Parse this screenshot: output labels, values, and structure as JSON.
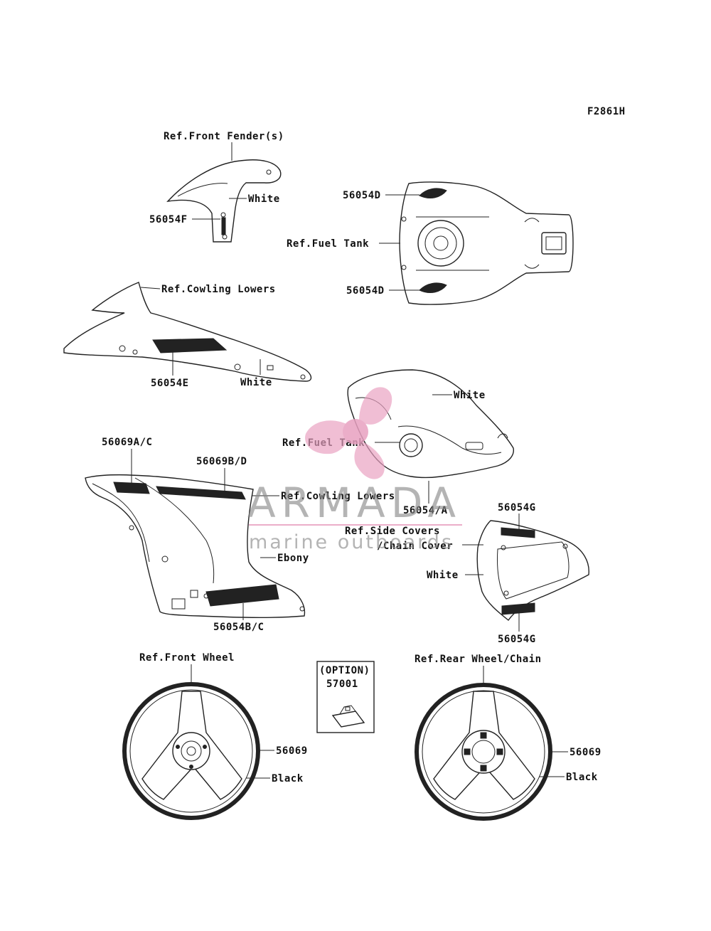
{
  "figure_code": "F2861H",
  "labels": {
    "ref_front_fender": "Ref.Front Fender(s)",
    "white_fender": "White",
    "p56054f": "56054F",
    "p56054d_top": "56054D",
    "ref_fuel_tank_top": "Ref.Fuel Tank",
    "p56054d_bottom": "56054D",
    "ref_cowling_lowers_top": "Ref.Cowling Lowers",
    "p56054e": "56054E",
    "white_cowling": "White",
    "white_tank_side": "White",
    "ref_fuel_tank_side": "Ref.Fuel Tank",
    "p56069ac": "56069A/C",
    "p56069bd": "56069B/D",
    "ref_cowling_lowers_mid": "Ref.Cowling Lowers",
    "p56054a": "56054/A",
    "p56054g_top": "56054G",
    "ref_side_covers": "Ref.Side Covers",
    "chain_cover": "/Chain Cover",
    "ebony": "Ebony",
    "white_seat": "White",
    "p56054bc": "56054B/C",
    "p56054g_bottom": "56054G",
    "ref_front_wheel": "Ref.Front Wheel",
    "option": "(OPTION)",
    "p57001": "57001",
    "ref_rear_wheel": "Ref.Rear Wheel/Chain",
    "p56069_front": "56069",
    "black_front": "Black",
    "p56069_rear": "56069",
    "black_rear": "Black"
  },
  "watermark": {
    "brand": "ARMADA",
    "tagline": "marine outboards",
    "color_pink": "#e8a0c0",
    "color_grey": "#8a8a8a"
  },
  "colors": {
    "line": "#222222",
    "text": "#111111"
  }
}
